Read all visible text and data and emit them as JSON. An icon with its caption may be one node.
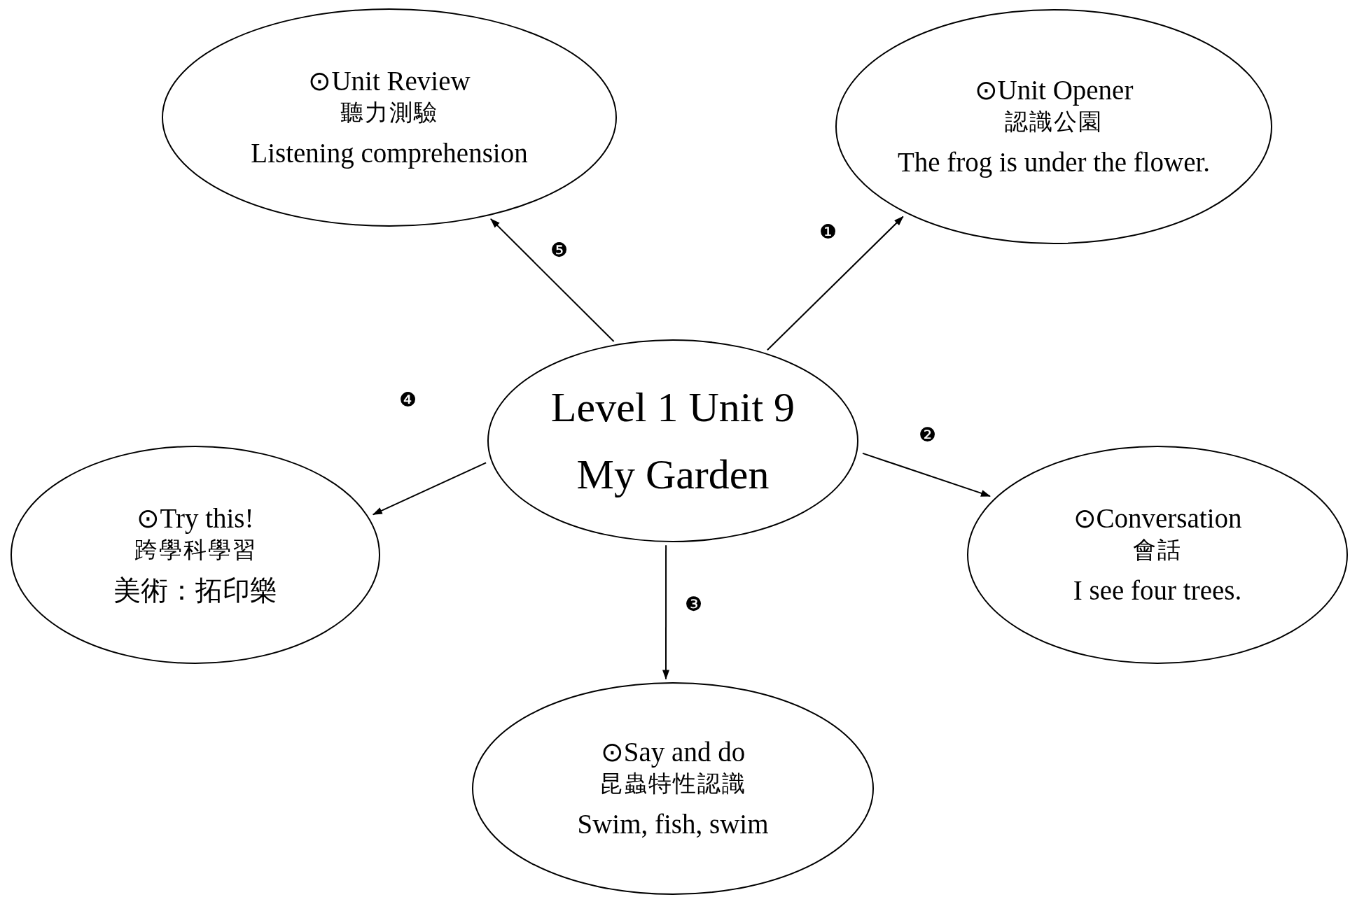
{
  "diagram": {
    "nodes": [
      {
        "text": [
          "⊙Unit Review",
          "聽力測驗",
          "Listening comprehension"
        ]
      },
      {
        "text": [
          "⊙Unit Opener",
          "認識公園",
          "The frog is under the flower."
        ]
      },
      {
        "text": [
          "Level 1 Unit 9",
          "My Garden"
        ]
      },
      {
        "text": [
          "⊙Try this!",
          "跨學科學習",
          "美術：拓印樂"
        ]
      },
      {
        "text": [
          "⊙Conversation",
          "會話",
          "I see four trees."
        ]
      },
      {
        "text": [
          "⊙Say and do",
          "昆蟲特性認識",
          "Swim, fish, swim"
        ]
      }
    ],
    "edges": [
      {
        "from": 2,
        "to": 1,
        "arrow": "to",
        "label": "❶"
      },
      {
        "from": 2,
        "to": 4,
        "arrow": "to",
        "label": "❷"
      },
      {
        "from": 2,
        "to": 5,
        "arrow": "to",
        "label": "❸"
      },
      {
        "from": 2,
        "to": 3,
        "arrow": "to",
        "label": "❹"
      },
      {
        "from": 2,
        "to": 0,
        "arrow": "to",
        "label": "❺"
      }
    ]
  }
}
